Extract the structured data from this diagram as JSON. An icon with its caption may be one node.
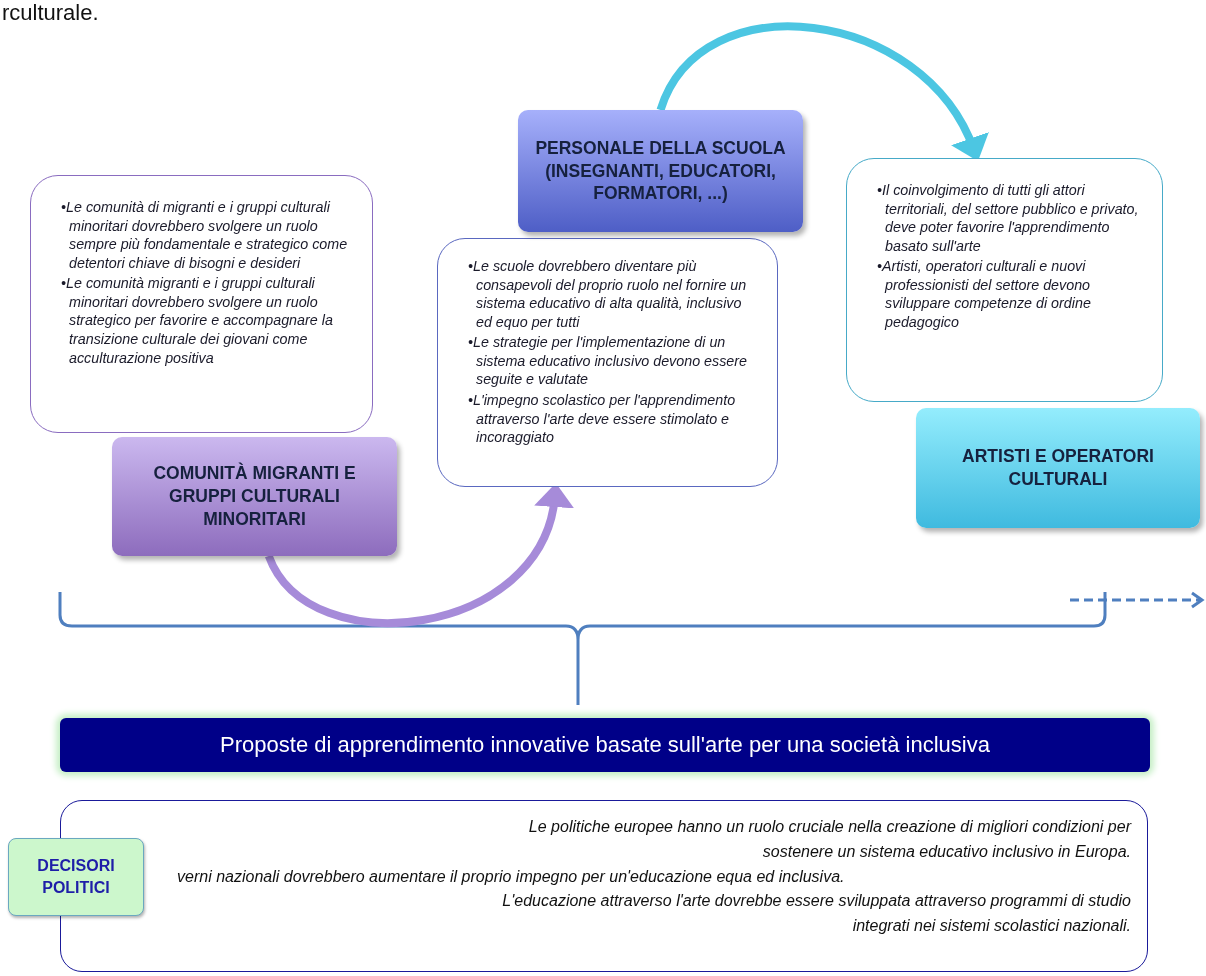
{
  "diagram": {
    "nodes": [
      {
        "text": [
          "•Le comunità di migranti e i gruppi culturali minoritari dovrebbero svolgere un ruolo sempre più fondamentale e strategico come detentori chiave di bisogni e desideri",
          "•Le comunità migranti e i gruppi culturali minoritari dovrebbero svolgere un ruolo strategico per favorire e accompagnare la transizione culturale dei giovani come acculturazione positiva"
        ]
      },
      {
        "text": [
          "COMUNITÀ MIGRANTI E GRUPPI CULTURALI MINORITARI"
        ]
      },
      {
        "text": [
          "•Le scuole dovrebbero diventare più consapevoli del proprio ruolo nel fornire un sistema educativo di alta qualità, inclusivo ed equo per tutti",
          "•Le strategie per l'implementazione di un sistema educativo inclusivo devono essere seguite e valutate",
          "•L'impegno scolastico per l'apprendimento attraverso l'arte deve essere stimolato e incoraggiato"
        ]
      },
      {
        "text": [
          "PERSONALE DELLA SCUOLA (INSEGNANTI, EDUCATORI, FORMATORI, ...)"
        ]
      },
      {
        "text": [
          "•Il coinvolgimento di tutti gli attori territoriali, del settore pubblico e privato, deve poter favorire l'apprendimento basato sull'arte",
          "•Artisti, operatori culturali e nuovi professionisti del settore devono sviluppare competenze di ordine pedagogico"
        ]
      },
      {
        "text": [
          "ARTISTI E OPERATORI CULTURALI"
        ]
      },
      {
        "text": [
          "Proposte di apprendimento innovative basate sull'arte per una società inclusiva"
        ]
      },
      {
        "text": [
          "DECISORI POLITICI"
        ]
      },
      {
        "text": [
          "Le politiche europee hanno un ruolo cruciale nella creazione di migliori condizioni per sostenere un sistema educativo inclusivo in Europa.",
          "verni nazionali dovrebbero aumentare il proprio impegno per un'educazione equa ed inclusiva.",
          "L'educazione attraverso l'arte dovrebbe essere sviluppata attraverso programmi di studio integrati nei sistemi scolastici nazionali."
        ]
      }
    ],
    "edges": [
      {
        "from": 1,
        "to": 2,
        "arrow": "to",
        "color": "#a68bd9"
      },
      {
        "from": 3,
        "to": 4,
        "arrow": "to",
        "color": "#4cc6e2"
      }
    ],
    "labels": [
      "rculturale."
    ]
  }
}
